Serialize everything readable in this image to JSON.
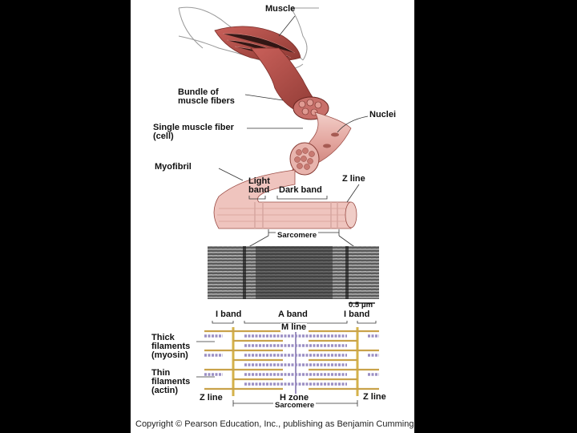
{
  "colors": {
    "background": "#000000",
    "slide": "#ffffff",
    "muscle": "#b8524a",
    "fiber": "#e3a59e",
    "thick_filament": "#9b8fc4",
    "thin_filament": "#c9a24a",
    "z_line": "#d4b24a"
  },
  "labels": {
    "muscle": "Muscle",
    "bundle_line1": "Bundle of",
    "bundle_line2": "muscle fibers",
    "nuclei": "Nuclei",
    "single_fiber_line1": "Single muscle fiber",
    "single_fiber_line2": "(cell)",
    "myofibril": "Myofibril",
    "light_band_line1": "Light",
    "light_band_line2": "band",
    "dark_band": "Dark band",
    "z_line_top": "Z line",
    "sarcomere_top": "Sarcomere",
    "scale": "0.5 μm",
    "i_band_left": "I band",
    "a_band": "A band",
    "i_band_right": "I band",
    "m_line": "M line",
    "thick_line1": "Thick",
    "thick_line2": "filaments",
    "thick_line3": "(myosin)",
    "thin_line1": "Thin",
    "thin_line2": "filaments",
    "thin_line3": "(actin)",
    "z_line_left": "Z line",
    "h_zone": "H zone",
    "z_line_right": "Z line",
    "sarcomere_bottom": "Sarcomere"
  },
  "copyright": "Copyright © Pearson Education, Inc., publishing as Benjamin Cummings."
}
